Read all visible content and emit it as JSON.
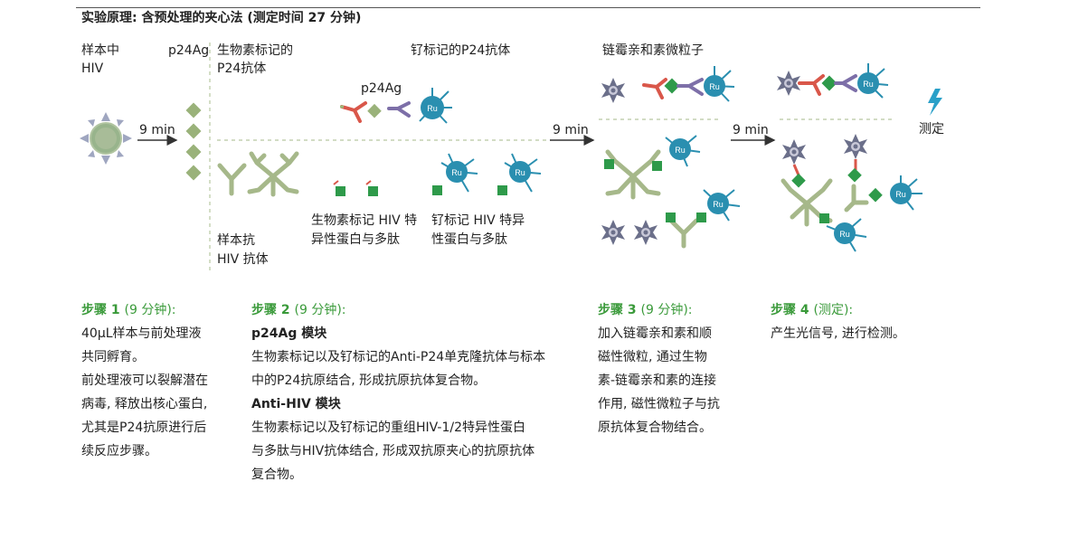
{
  "title": "实验原理: 含预处理的夹心法 (测定时间 27 分钟)",
  "labels": {
    "sample_hiv_1": "样本中",
    "sample_hiv_2": "HIV",
    "p24ag_top": "p24Ag",
    "biotin_p24_ab_1": "生物素标记的",
    "biotin_p24_ab_2": "P24抗体",
    "ru_p24_ab": "钌标记的P24抗体",
    "p24ag_mid": "p24Ag",
    "streptavidin_particles": "链霉亲和素微粒子",
    "arrow1": "9 min",
    "arrow2": "9 min",
    "arrow3": "9 min",
    "measure": "测定",
    "sample_anti_hiv_1": "样本抗",
    "sample_anti_hiv_2": "HIV 抗体",
    "biotin_hiv_protein_1": "生物素标记 HIV 特",
    "biotin_hiv_protein_2": "异性蛋白与多肽",
    "ru_hiv_protein_1": "钌标记 HIV 特异",
    "ru_hiv_protein_2": "性蛋白与多肽",
    "ru": "Ru"
  },
  "steps": [
    {
      "heading": "步骤 1",
      "duration": "(9 分钟):",
      "lines": [
        "40μL样本与前处理液",
        "共同孵育。",
        "前处理液可以裂解潜在",
        "病毒, 释放出核心蛋白,",
        "尤其是P24抗原进行后",
        "续反应步骤。"
      ]
    },
    {
      "heading": "步骤 2",
      "duration": "(9 分钟):",
      "sub1": "p24Ag 模块",
      "lines1": [
        "生物素标记以及钌标记的Anti-P24单克隆抗体与标本",
        "中的P24抗原结合, 形成抗原抗体复合物。"
      ],
      "sub2": "Anti-HIV 模块",
      "lines2": [
        "生物素标记以及钌标记的重组HIV-1/2特异性蛋白",
        "与多肽与HIV抗体结合, 形成双抗原夹心的抗原抗体",
        "复合物。"
      ]
    },
    {
      "heading": "步骤 3",
      "duration": "(9 分钟):",
      "lines": [
        "加入链霉亲和素和顺",
        "磁性微粒, 通过生物",
        "素-链霉亲和素的连接",
        "作用, 磁性微粒子与抗",
        "原抗体复合物结合。"
      ]
    },
    {
      "heading": "步骤 4",
      "duration": "(测定):",
      "lines": [
        "产生光信号, 进行检测。"
      ]
    }
  ],
  "colors": {
    "ru_blue": "#2a8fb0",
    "green": "#2e9a4a",
    "diamond_fill": "#9ab27a",
    "streptavidin": "#6b6f8a",
    "antibody_green": "#a6b88a",
    "red": "#d9574a",
    "purple": "#7d6fa8",
    "heading_green": "#3a9a3a"
  }
}
